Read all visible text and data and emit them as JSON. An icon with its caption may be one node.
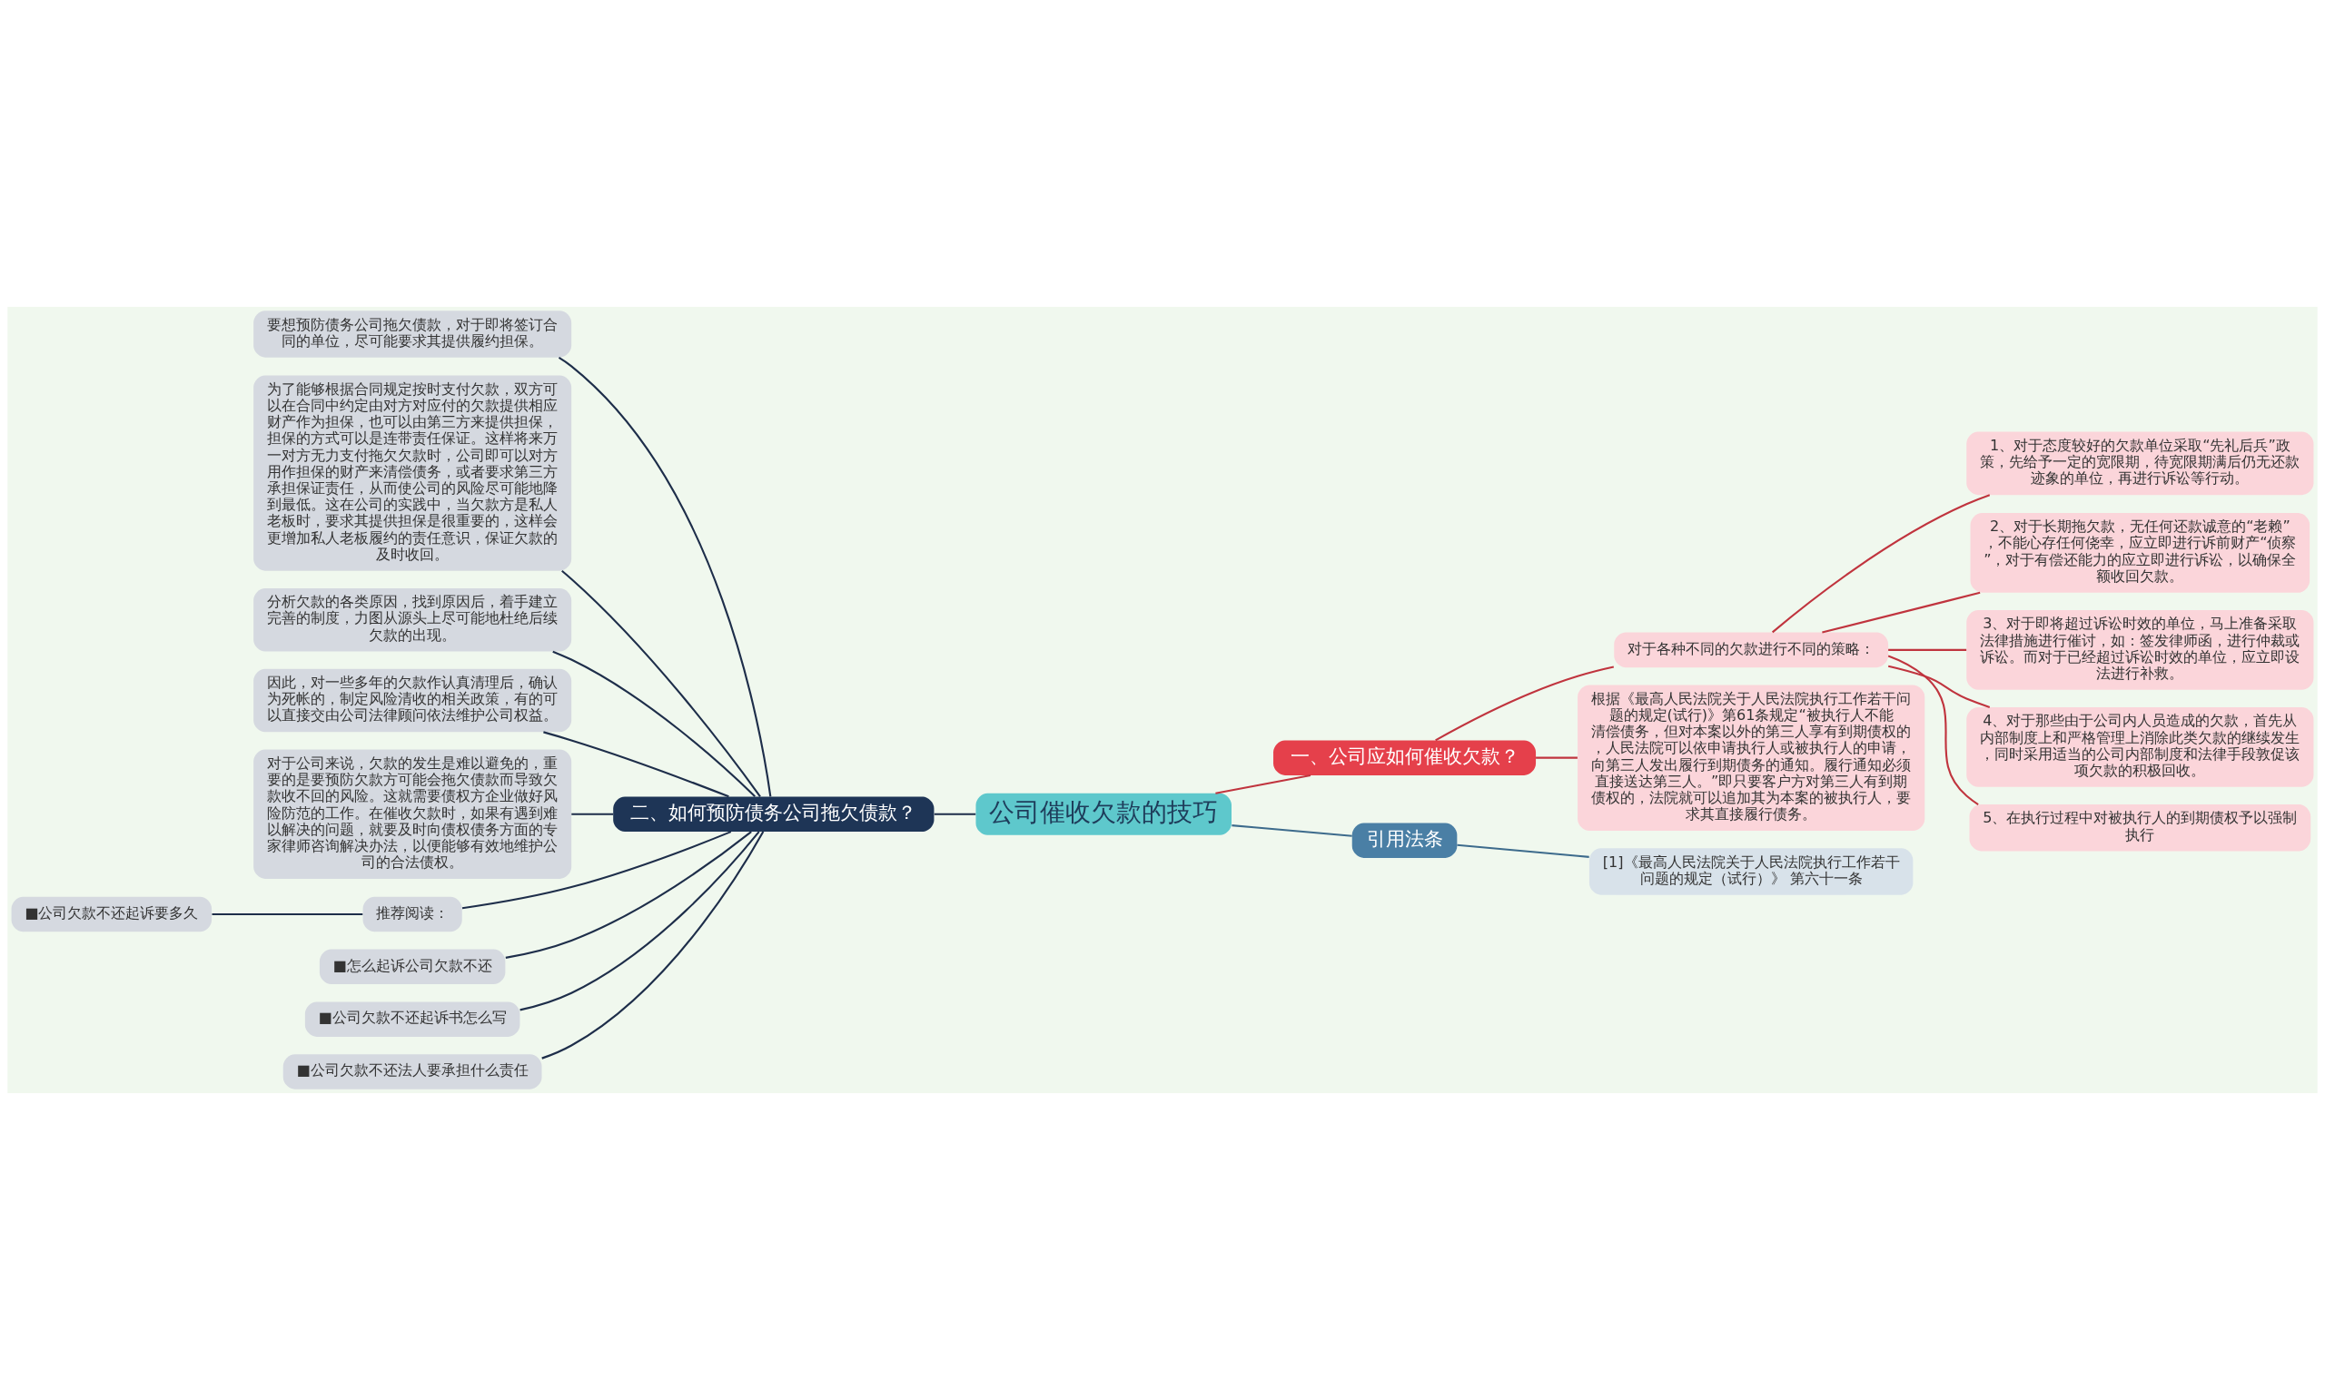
{
  "diagram": {
    "nodes": [
      {
        "text": [
          "公司催收欠款的技巧"
        ]
      },
      {
        "text": [
          "一、公司应如何催收欠款？"
        ]
      },
      {
        "text": [
          "对于各种不同的欠款进行不同的策略："
        ]
      },
      {
        "text": [
          "1、对于态度较好的欠款单位采取“先礼后兵”政策，先给予一定的宽限期，待宽限期满后仍无还款迹象的单位，再进行诉讼等行动。"
        ]
      },
      {
        "text": [
          "2、对于长期拖欠款，无任何还款诚意的“老赖”，不能心存任何侥幸，应立即进行诉前财产“侦察”，对于有偿还能力的应立即进行诉讼，以确保全额收回欠款。"
        ]
      },
      {
        "text": [
          "3、对于即将超过诉讼时效的单位，马上准备采取法律措施进行催讨，如：签发律师函，进行仲裁或诉讼。而对于已经超过诉讼时效的单位，应立即设法进行补救。"
        ]
      },
      {
        "text": [
          "4、对于那些由于公司内人员造成的欠款，首先从内部制度上和严格管理上消除此类欠款的继续发生，同时采用适当的公司内部制度和法律手段敦促该项欠款的积极回收。"
        ]
      },
      {
        "text": [
          "5、在执行过程中对被执行人的到期债权予以强制执行"
        ]
      },
      {
        "text": [
          "根据《最高人民法院关于人民法院执行工作若干问题的规定(试行)》第61条规定“被执行人不能清偿债务，但对本案以外的第三人享有到期债权的，人民法院可以依申请执行人或被执行人的申请，向第三人发出履行到期债务的通知。履行通知必须直接送达第三人。”即只要客户方对第三人有到期债权的，法院就可以追加其为本案的被执行人，要求其直接履行债务。"
        ]
      },
      {
        "text": [
          "二、如何预防债务公司拖欠债款？"
        ]
      },
      {
        "text": [
          "要想预防债务公司拖欠债款，对于即将签订合同的单位，尽可能要求其提供履约担保。"
        ]
      },
      {
        "text": [
          "为了能够根据合同规定按时支付欠款，双方可以在合同中约定由对方对应付的欠款提供相应财产作为担保，也可以由第三方来提供担保，担保的方式可以是连带责任保证。这样将来万一对方无力支付拖欠欠款时，公司即可以对方用作担保的财产来清偿债务，或者要求第三方承担保证责任，从而使公司的风险尽可能地降到最低。这在公司的实践中，当欠款方是私人老板时，要求其提供担保是很重要的，这样会更增加私人老板履约的责任意识，保证欠款的及时收回。"
        ]
      },
      {
        "text": [
          "分析欠款的各类原因，找到原因后，着手建立完善的制度，力图从源头上尽可能地杜绝后续欠款的出现。"
        ]
      },
      {
        "text": [
          "因此，对一些多年的欠款作认真清理后，确认为死帐的，制定风险清收的相关政策，有的可以直接交由公司法律顾问依法维护公司权益。"
        ]
      },
      {
        "text": [
          "对于公司来说，欠款的发生是难以避免的，重要的是要预防欠款方可能会拖欠债款而导致欠款收不回的风险。这就需要债权方企业做好风险防范的工作。在催收欠款时，如果有遇到难以解决的问题，就要及时向债权债务方面的专家律师咨询解决办法，以便能够有效地维护公司的合法债权。"
        ]
      },
      {
        "text": [
          "推荐阅读："
        ]
      },
      {
        "text": [
          "■公司欠款不还起诉要多久"
        ]
      },
      {
        "text": [
          "■怎么起诉公司欠款不还"
        ]
      },
      {
        "text": [
          "■公司欠款不还起诉书怎么写"
        ]
      },
      {
        "text": [
          "■公司欠款不还法人要承担什么责任"
        ]
      },
      {
        "text": [
          "引用法条"
        ]
      },
      {
        "text": [
          "[1]《最高人民法院关于人民法院执行工作若干问题的规定（试行）》 第六十一条"
        ]
      }
    ],
    "edges": [
      {
        "from": 0,
        "to": 1,
        "arrow": "none",
        "color": "#c0343e"
      },
      {
        "from": 1,
        "to": 2,
        "arrow": "none",
        "color": "#c0343e"
      },
      {
        "from": 2,
        "to": 3,
        "arrow": "none",
        "color": "#c0343e"
      },
      {
        "from": 2,
        "to": 4,
        "arrow": "none",
        "color": "#c0343e"
      },
      {
        "from": 2,
        "to": 5,
        "arrow": "none",
        "color": "#c0343e"
      },
      {
        "from": 2,
        "to": 6,
        "arrow": "none",
        "color": "#c0343e"
      },
      {
        "from": 2,
        "to": 7,
        "arrow": "none",
        "color": "#c0343e"
      },
      {
        "from": 1,
        "to": 8,
        "arrow": "none",
        "color": "#c0343e"
      },
      {
        "from": 0,
        "to": 9,
        "arrow": "none"
      },
      {
        "from": 9,
        "to": 10,
        "arrow": "none"
      },
      {
        "from": 9,
        "to": 11,
        "arrow": "none"
      },
      {
        "from": 9,
        "to": 12,
        "arrow": "none"
      },
      {
        "from": 9,
        "to": 13,
        "arrow": "none"
      },
      {
        "from": 9,
        "to": 14,
        "arrow": "none"
      },
      {
        "from": 9,
        "to": 15,
        "arrow": "none"
      },
      {
        "from": 15,
        "to": 16,
        "arrow": "none"
      },
      {
        "from": 9,
        "to": 17,
        "arrow": "none"
      },
      {
        "from": 9,
        "to": 18,
        "arrow": "none"
      },
      {
        "from": 9,
        "to": 19,
        "arrow": "none"
      },
      {
        "from": 0,
        "to": 20,
        "arrow": "none",
        "color": "#3d6b8c"
      },
      {
        "from": 20,
        "to": 21,
        "arrow": "none",
        "color": "#3d6b8c"
      }
    ]
  }
}
